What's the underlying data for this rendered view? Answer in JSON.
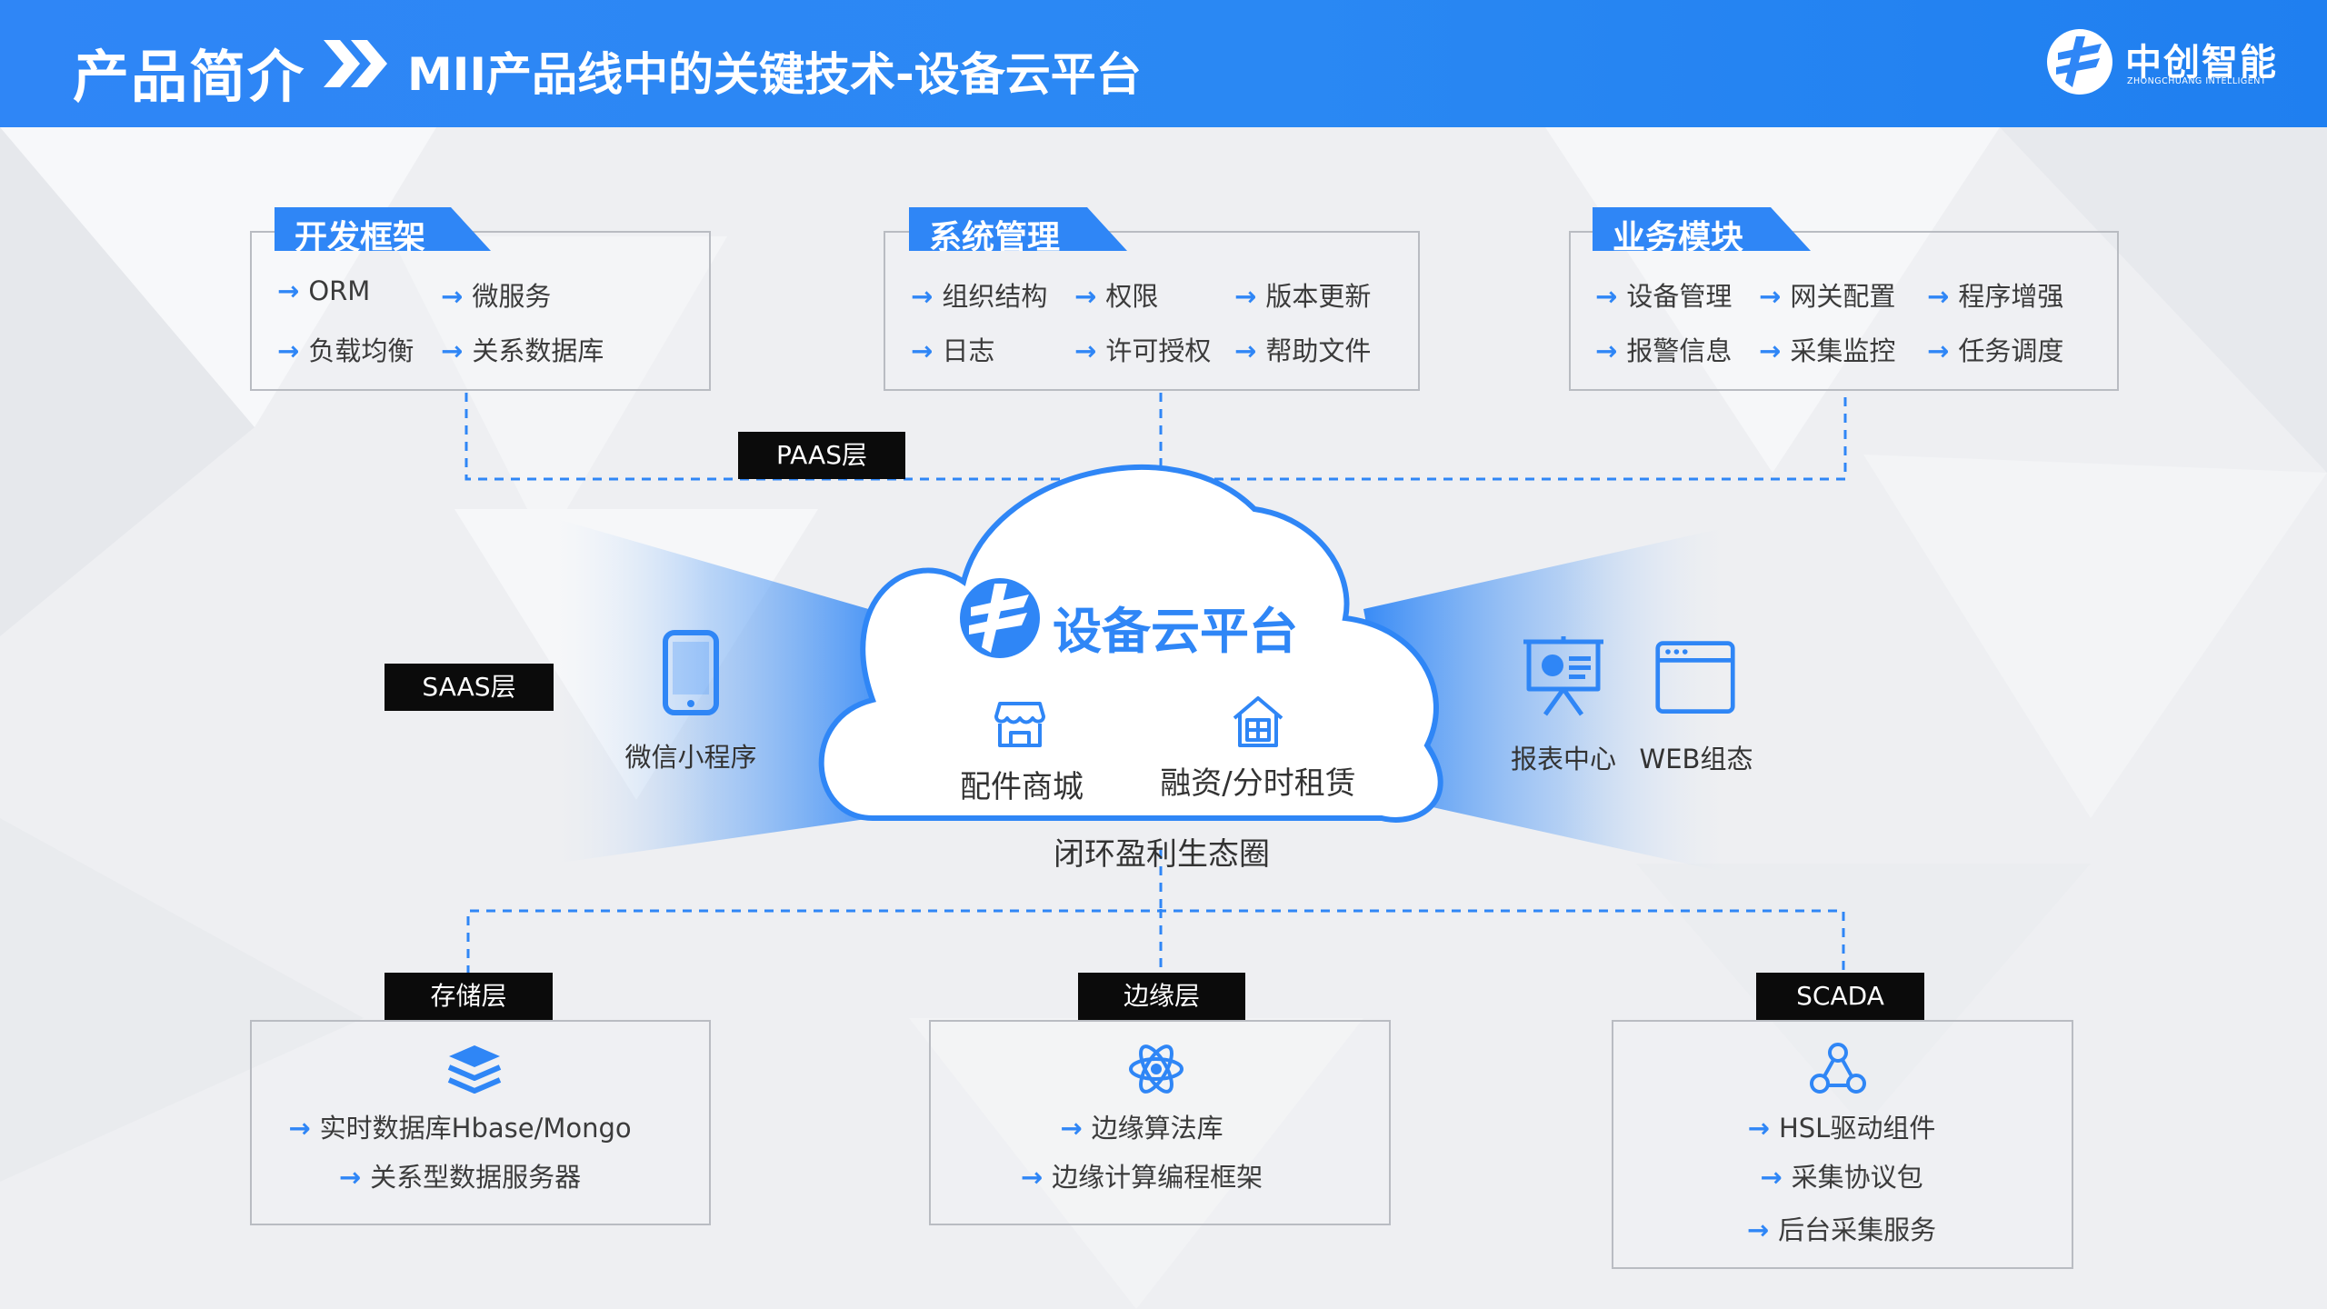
{
  "header": {
    "title": "产品简介",
    "subtitle": "MII产品线中的关键技术-设备云平台",
    "logo_name": "中创智能",
    "logo_en": "ZHONGCHUANG INTELLIGENT"
  },
  "top_boxes": [
    {
      "title": "开发框架",
      "items": [
        "ORM",
        "微服务",
        "负载均衡",
        "关系数据库"
      ]
    },
    {
      "title": "系统管理",
      "items": [
        "组织结构",
        "权限",
        "版本更新",
        "日志",
        "许可授权",
        "帮助文件"
      ]
    },
    {
      "title": "业务模块",
      "items": [
        "设备管理",
        "网关配置",
        "程序增强",
        "报警信息",
        "采集监控",
        "任务调度"
      ]
    }
  ],
  "layers": {
    "paas": "PAAS层",
    "saas": "SAAS层",
    "storage": "存储层",
    "edge": "边缘层",
    "scada": "SCADA"
  },
  "cloud": {
    "title": "设备云平台",
    "left": "配件商城",
    "right": "融资/分时租赁",
    "caption": "闭环盈利生态圈"
  },
  "apps": {
    "wechat": "微信小程序",
    "report": "报表中心",
    "web": "WEB组态"
  },
  "bottom_boxes": [
    {
      "items": [
        "实时数据库Hbase/Mongo",
        "关系型数据服务器"
      ]
    },
    {
      "items": [
        "边缘算法库",
        "边缘计算编程框架"
      ]
    },
    {
      "items": [
        "HSL驱动组件",
        "采集协议包",
        "后台采集服务"
      ]
    }
  ],
  "arrow_glyph": "→",
  "colors": {
    "accent": "#2f86f6",
    "label_bg": "#0b0b0b",
    "border": "#b9bcc2"
  }
}
